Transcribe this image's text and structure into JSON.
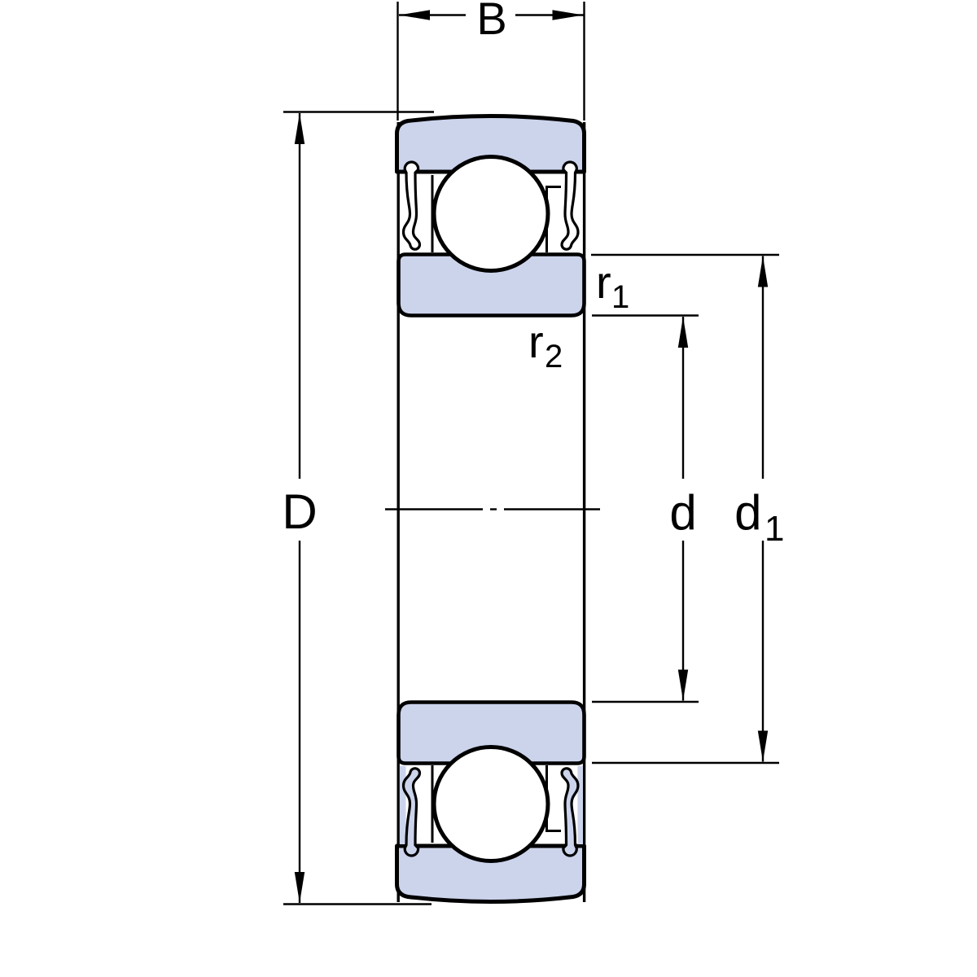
{
  "labels": {
    "width": "B",
    "outer_diameter": "D",
    "bore_diameter": "d",
    "shoulder_diameter": {
      "main": "d",
      "sub": "1"
    },
    "fillet_radius_1": {
      "main": "r",
      "sub": "1"
    },
    "fillet_radius_2": {
      "main": "r",
      "sub": "2"
    }
  },
  "colors": {
    "ring_fill": "#ccd4ec",
    "outline": "#000000",
    "background": "#ffffff"
  }
}
